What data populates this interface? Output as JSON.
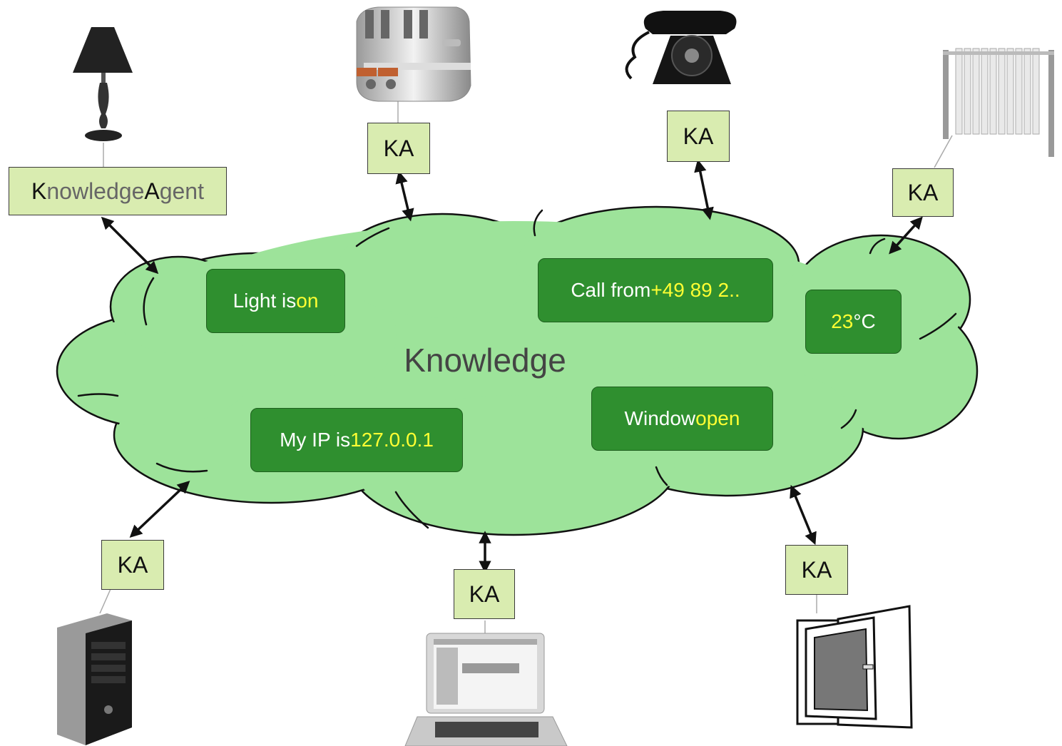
{
  "cloud": {
    "title": "Knowledge",
    "fill": "#9de39a"
  },
  "agent_main": {
    "first_letter_1": "K",
    "rest_1": "nowledge ",
    "first_letter_2": "A",
    "rest_2": "gent"
  },
  "agents": {
    "toaster": "KA",
    "phone": "KA",
    "radiator": "KA",
    "computer": "KA",
    "laptop": "KA",
    "window": "KA"
  },
  "facts": {
    "light": {
      "prefix": "Light is ",
      "value": "on"
    },
    "call": {
      "prefix": "Call from ",
      "value": "+49 89 2.."
    },
    "temp": {
      "value": "23",
      "suffix": "°C"
    },
    "ip": {
      "prefix": "My IP is ",
      "value": "127.0.0.1"
    },
    "window": {
      "prefix": "Window ",
      "value": "open"
    }
  },
  "devices": [
    "lamp-icon",
    "toaster-icon",
    "telephone-icon",
    "radiator-icon",
    "computer-tower-icon",
    "laptop-icon",
    "window-icon"
  ],
  "colors": {
    "ka_fill": "#d9ecb0",
    "fact_fill": "#2f8f2f",
    "fact_value": "#ffff33",
    "cloud_fill": "#9de39a"
  }
}
